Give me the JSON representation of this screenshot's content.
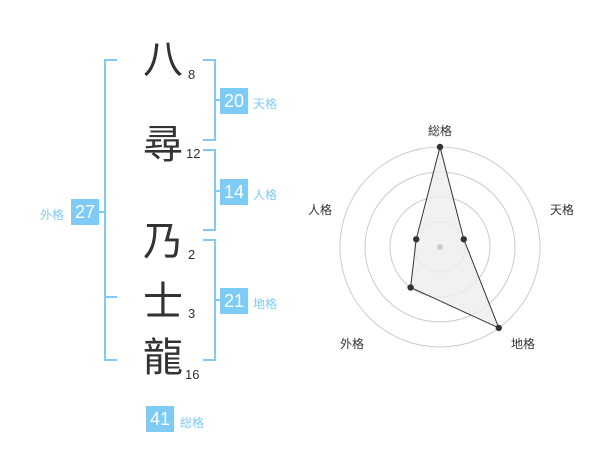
{
  "name": {
    "chars": [
      {
        "char": "八",
        "strokes": "8"
      },
      {
        "char": "尋",
        "strokes": "12"
      },
      {
        "char": "乃",
        "strokes": "2"
      },
      {
        "char": "士",
        "strokes": "3"
      },
      {
        "char": "龍",
        "strokes": "16"
      }
    ]
  },
  "fortunes": {
    "tenkaku": {
      "value": "20",
      "label": "天格"
    },
    "jinkaku": {
      "value": "14",
      "label": "人格"
    },
    "chikaku": {
      "value": "21",
      "label": "地格"
    },
    "gaikaku": {
      "value": "27",
      "label": "外格"
    },
    "soukaku": {
      "value": "41",
      "label": "総格"
    }
  },
  "colors": {
    "accent": "#7ecbf5",
    "text": "#333333",
    "grid": "#cccccc",
    "fill": "#eeeeee"
  },
  "chart_data": {
    "type": "radar",
    "axes": [
      "総格",
      "天格",
      "地格",
      "外格",
      "人格"
    ],
    "values": [
      4,
      1,
      4,
      2,
      1
    ],
    "rmax": 4,
    "rings": 4
  }
}
